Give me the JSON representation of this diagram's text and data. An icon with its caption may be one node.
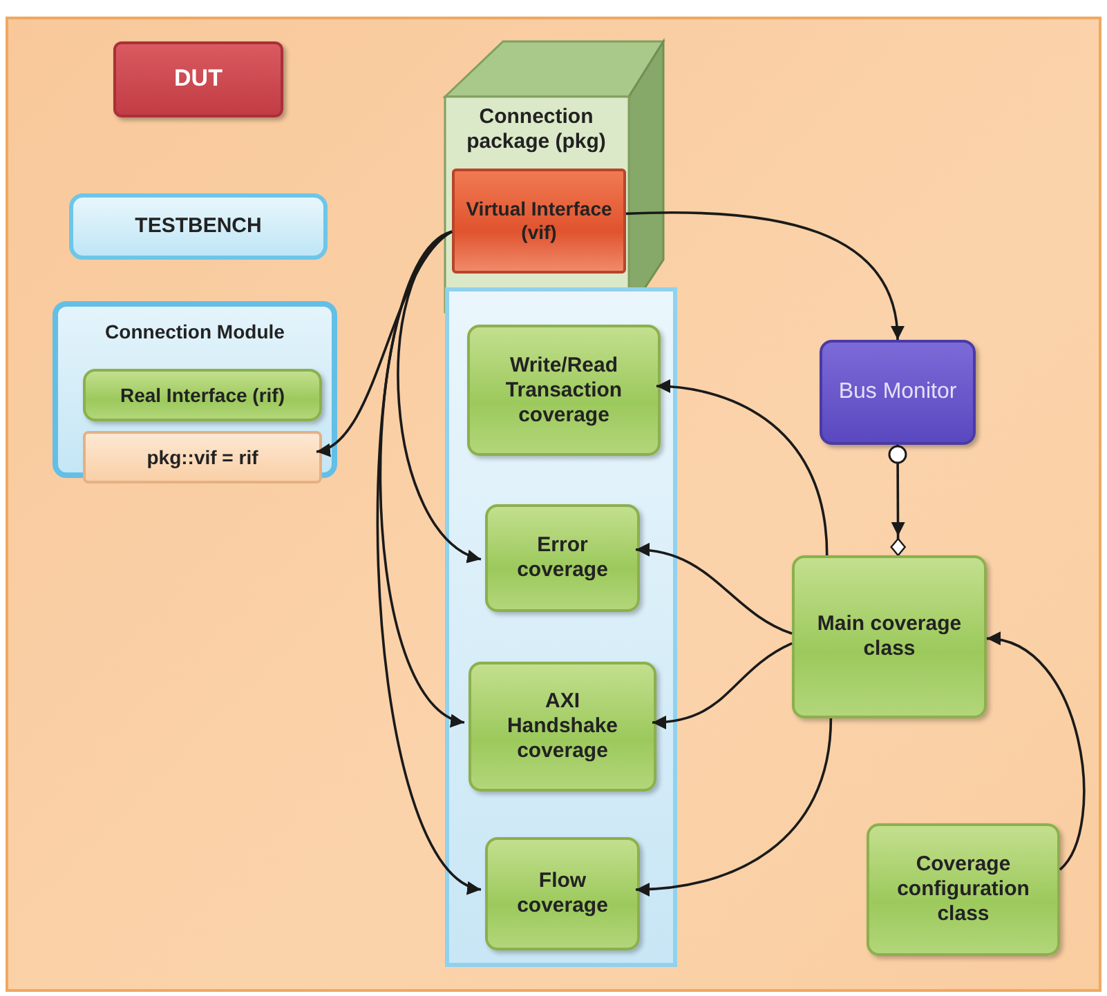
{
  "diagram": {
    "nodes": [
      {
        "text": [
          "DUT"
        ]
      },
      {
        "text": [
          "TESTBENCH"
        ]
      },
      {
        "text": [
          "Connection Module"
        ]
      },
      {
        "text": [
          "Real Interface (rif)"
        ],
        "in": 2
      },
      {
        "text": [
          "pkg::vif = rif"
        ],
        "in": 2
      },
      {
        "text": [
          "Connection package (pkg)"
        ]
      },
      {
        "text": [
          "Virtual Interface (vif)"
        ],
        "in": 5
      },
      {
        "text": [],
        "shape": "box"
      },
      {
        "text": [
          "Write/Read Transaction coverage"
        ],
        "in": 7
      },
      {
        "text": [
          "Error coverage"
        ],
        "in": 7
      },
      {
        "text": [
          "AXI Handshake coverage"
        ],
        "in": 7
      },
      {
        "text": [
          "Flow coverage"
        ],
        "in": 7
      },
      {
        "text": [
          "Bus Monitor"
        ]
      },
      {
        "text": [
          "Main coverage class"
        ]
      },
      {
        "text": [
          "Coverage configuration class"
        ]
      }
    ],
    "edges": [
      {
        "from": 6,
        "to": 4,
        "arrow": "to"
      },
      {
        "from": 6,
        "to": 9,
        "arrow": "to"
      },
      {
        "from": 6,
        "to": 10,
        "arrow": "to"
      },
      {
        "from": 6,
        "to": 11,
        "arrow": "to"
      },
      {
        "from": 6,
        "to": 12,
        "arrow": "to"
      },
      {
        "from": 12,
        "to": 13,
        "arrow": "to"
      },
      {
        "from": 13,
        "to": 8,
        "arrow": "to"
      },
      {
        "from": 13,
        "to": 9,
        "arrow": "to"
      },
      {
        "from": 13,
        "to": 10,
        "arrow": "to"
      },
      {
        "from": 13,
        "to": 11,
        "arrow": "to"
      },
      {
        "from": 14,
        "to": 13,
        "arrow": "to"
      }
    ]
  }
}
